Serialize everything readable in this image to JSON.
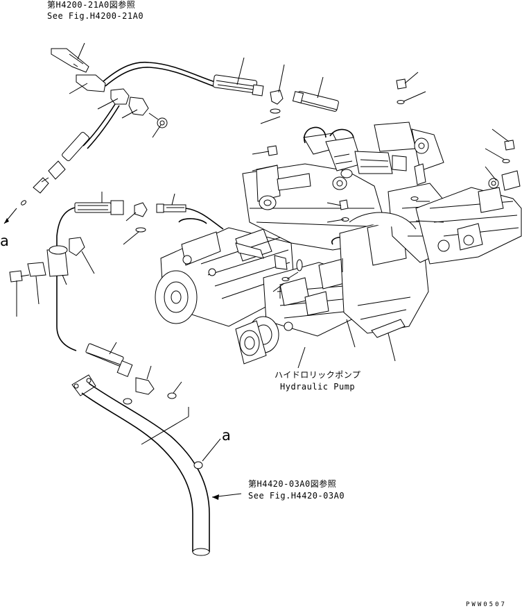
{
  "references": {
    "top_ref_jp": "第H4200-21A0図参照",
    "top_ref_en": "See Fig.H4200-21A0",
    "bottom_ref_jp": "第H4420-03A0図参照",
    "bottom_ref_en": "See Fig.H4420-03A0"
  },
  "labels": {
    "pump_jp": "ハイドロリックポンプ",
    "pump_en": "Hydraulic Pump",
    "callout_a_left": "a",
    "callout_a_right": "a"
  },
  "footer": {
    "drawing_code": "PWW0507"
  }
}
